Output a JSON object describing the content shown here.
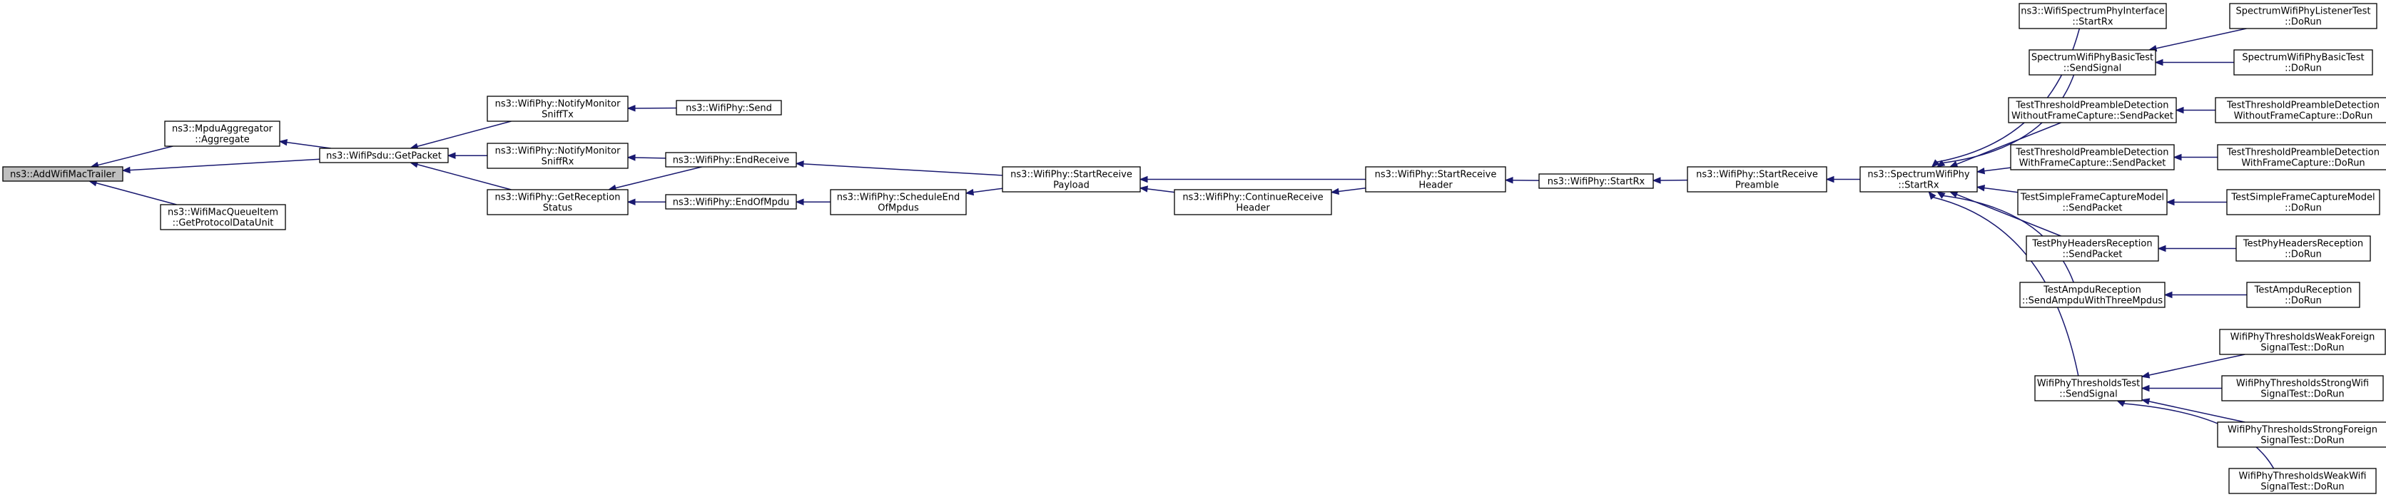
{
  "graph": {
    "colors": {
      "edge": "#191970",
      "node_border": "#000000",
      "root_fill": "#bfbfbf",
      "node_fill": "#ffffff"
    },
    "nodes": [
      {
        "id": "root",
        "lines": [
          "ns3::AddWifiMacTrailer"
        ],
        "root": true
      },
      {
        "id": "mpduagg",
        "lines": [
          "ns3::MpduAggregator",
          "::Aggregate"
        ]
      },
      {
        "id": "queueitem",
        "lines": [
          "ns3::WifiMacQueueItem",
          "::GetProtocolDataUnit"
        ]
      },
      {
        "id": "getpacket",
        "lines": [
          "ns3::WifiPsdu::GetPacket"
        ]
      },
      {
        "id": "notifytx",
        "lines": [
          "ns3::WifiPhy::NotifyMonitor",
          "SniffTx"
        ]
      },
      {
        "id": "notifyrx",
        "lines": [
          "ns3::WifiPhy::NotifyMonitor",
          "SniffRx"
        ]
      },
      {
        "id": "getreception",
        "lines": [
          "ns3::WifiPhy::GetReception",
          "Status"
        ]
      },
      {
        "id": "send",
        "lines": [
          "ns3::WifiPhy::Send"
        ]
      },
      {
        "id": "endreceive",
        "lines": [
          "ns3::WifiPhy::EndReceive"
        ]
      },
      {
        "id": "endofmpdu",
        "lines": [
          "ns3::WifiPhy::EndOfMpdu"
        ]
      },
      {
        "id": "scheduleend",
        "lines": [
          "ns3::WifiPhy::ScheduleEnd",
          "OfMpdus"
        ]
      },
      {
        "id": "startpayload",
        "lines": [
          "ns3::WifiPhy::StartReceive",
          "Payload"
        ]
      },
      {
        "id": "continueheader",
        "lines": [
          "ns3::WifiPhy::ContinueReceive",
          "Header"
        ]
      },
      {
        "id": "startheader",
        "lines": [
          "ns3::WifiPhy::StartReceive",
          "Header"
        ]
      },
      {
        "id": "startrx",
        "lines": [
          "ns3::WifiPhy::StartRx"
        ]
      },
      {
        "id": "startpreamble",
        "lines": [
          "ns3::WifiPhy::StartReceive",
          "Preamble"
        ]
      },
      {
        "id": "spectrumstartrx",
        "lines": [
          "ns3::SpectrumWifiPhy",
          "::StartRx"
        ]
      },
      {
        "id": "ifacestartrx",
        "lines": [
          "ns3::WifiSpectrumPhyInterface",
          "::StartRx"
        ]
      },
      {
        "id": "basicsendsignal",
        "lines": [
          "SpectrumWifiPhyBasicTest",
          "::SendSignal"
        ]
      },
      {
        "id": "preamblewithout",
        "lines": [
          "TestThresholdPreambleDetection",
          "WithoutFrameCapture::SendPacket"
        ]
      },
      {
        "id": "preamblewith",
        "lines": [
          "TestThresholdPreambleDetection",
          "WithFrameCapture::SendPacket"
        ]
      },
      {
        "id": "simplecapture",
        "lines": [
          "TestSimpleFrameCaptureModel",
          "::SendPacket"
        ]
      },
      {
        "id": "headersreception",
        "lines": [
          "TestPhyHeadersReception",
          "::SendPacket"
        ]
      },
      {
        "id": "ampdureception",
        "lines": [
          "TestAmpduReception",
          "::SendAmpduWithThreeMpdus"
        ]
      },
      {
        "id": "thresholdssend",
        "lines": [
          "WifiPhyThresholdsTest",
          "::SendSignal"
        ]
      },
      {
        "id": "listenerrun",
        "lines": [
          "SpectrumWifiPhyListenerTest",
          "::DoRun"
        ]
      },
      {
        "id": "basicrun",
        "lines": [
          "SpectrumWifiPhyBasicTest",
          "::DoRun"
        ]
      },
      {
        "id": "withoutrun",
        "lines": [
          "TestThresholdPreambleDetection",
          "WithoutFrameCapture::DoRun"
        ]
      },
      {
        "id": "withrun",
        "lines": [
          "TestThresholdPreambleDetection",
          "WithFrameCapture::DoRun"
        ]
      },
      {
        "id": "simplerun",
        "lines": [
          "TestSimpleFrameCaptureModel",
          "::DoRun"
        ]
      },
      {
        "id": "headersrun",
        "lines": [
          "TestPhyHeadersReception",
          "::DoRun"
        ]
      },
      {
        "id": "ampdurun",
        "lines": [
          "TestAmpduReception",
          "::DoRun"
        ]
      },
      {
        "id": "weakforeign",
        "lines": [
          "WifiPhyThresholdsWeakForeign",
          "SignalTest::DoRun"
        ]
      },
      {
        "id": "strongwifi",
        "lines": [
          "WifiPhyThresholdsStrongWifi",
          "SignalTest::DoRun"
        ]
      },
      {
        "id": "strongforeign",
        "lines": [
          "WifiPhyThresholdsStrongForeign",
          "SignalTest::DoRun"
        ]
      },
      {
        "id": "weakwifi",
        "lines": [
          "WifiPhyThresholdsWeakWifi",
          "SignalTest::DoRun"
        ]
      }
    ],
    "edges": [
      [
        "mpduagg",
        "root"
      ],
      [
        "queueitem",
        "root"
      ],
      [
        "getpacket",
        "root"
      ],
      [
        "getpacket",
        "mpduagg"
      ],
      [
        "notifytx",
        "getpacket"
      ],
      [
        "notifyrx",
        "getpacket"
      ],
      [
        "getreception",
        "getpacket"
      ],
      [
        "send",
        "notifytx"
      ],
      [
        "endreceive",
        "notifyrx"
      ],
      [
        "endreceive",
        "getreception"
      ],
      [
        "endofmpdu",
        "getreception"
      ],
      [
        "scheduleend",
        "endofmpdu"
      ],
      [
        "startpayload",
        "endreceive"
      ],
      [
        "startpayload",
        "scheduleend"
      ],
      [
        "startheader",
        "startpayload"
      ],
      [
        "continueheader",
        "startpayload"
      ],
      [
        "startheader",
        "continueheader"
      ],
      [
        "startrx",
        "startheader"
      ],
      [
        "startpreamble",
        "startrx"
      ],
      [
        "spectrumstartrx",
        "startpreamble"
      ],
      [
        "ifacestartrx",
        "spectrumstartrx"
      ],
      [
        "basicsendsignal",
        "spectrumstartrx"
      ],
      [
        "preamblewithout",
        "spectrumstartrx"
      ],
      [
        "preamblewith",
        "spectrumstartrx"
      ],
      [
        "simplecapture",
        "spectrumstartrx"
      ],
      [
        "headersreception",
        "spectrumstartrx"
      ],
      [
        "ampdureception",
        "spectrumstartrx"
      ],
      [
        "thresholdssend",
        "spectrumstartrx"
      ],
      [
        "listenerrun",
        "basicsendsignal"
      ],
      [
        "basicrun",
        "basicsendsignal"
      ],
      [
        "withoutrun",
        "preamblewithout"
      ],
      [
        "withrun",
        "preamblewith"
      ],
      [
        "simplerun",
        "simplecapture"
      ],
      [
        "headersrun",
        "headersreception"
      ],
      [
        "ampdurun",
        "ampdureception"
      ],
      [
        "weakforeign",
        "thresholdssend"
      ],
      [
        "strongwifi",
        "thresholdssend"
      ],
      [
        "strongforeign",
        "thresholdssend"
      ],
      [
        "weakwifi",
        "thresholdssend"
      ]
    ]
  }
}
